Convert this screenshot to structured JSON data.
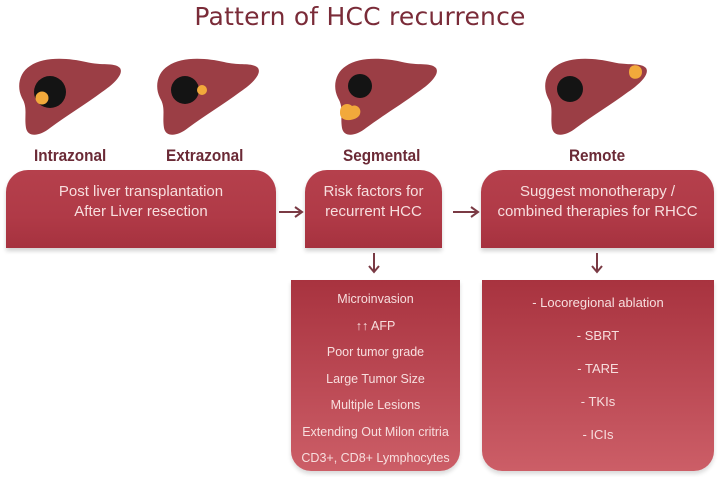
{
  "title": "Pattern of HCC recurrence",
  "colors": {
    "title": "#7a2b38",
    "liver": "#9b3e45",
    "tumor": "#141414",
    "recurrence": "#f2a93b",
    "box": "#b03a47",
    "box_text": "#f7dede",
    "arrow": "#7a3a44"
  },
  "patterns": [
    {
      "label": "Intrazonal",
      "icon": "liver-intrazonal-icon"
    },
    {
      "label": "Extrazonal",
      "icon": "liver-extrazonal-icon"
    },
    {
      "label": "Segmental",
      "icon": "liver-segmental-icon"
    },
    {
      "label": "Remote",
      "icon": "liver-remote-icon"
    }
  ],
  "top_boxes": [
    {
      "lines": [
        "Post liver transplantation",
        "After Liver resection"
      ]
    },
    {
      "lines": [
        "Risk factors for",
        "recurrent HCC"
      ]
    },
    {
      "lines": [
        "Suggest monotherapy /",
        "combined therapies for RHCC"
      ]
    }
  ],
  "risk_factors": [
    "Microinvasion",
    "↑↑ AFP",
    "Poor tumor grade",
    "Large Tumor Size",
    "Multiple Lesions",
    "Extending Out Milon critria",
    "CD3+, CD8+ Lymphocytes"
  ],
  "therapies": [
    "- Locoregional ablation",
    "- SBRT",
    "- TARE",
    "- TKIs",
    "- ICIs"
  ]
}
